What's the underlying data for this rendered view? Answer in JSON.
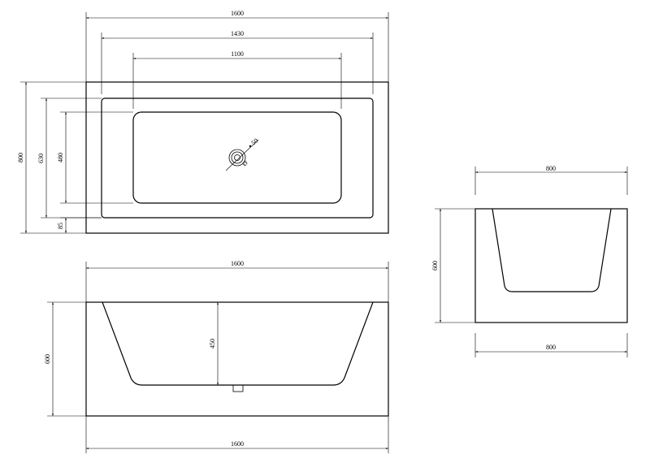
{
  "top_view": {
    "dim_1600": "1600",
    "dim_1430": "1430",
    "dim_1100": "1100",
    "dim_800": "800",
    "dim_630": "630",
    "dim_480": "480",
    "dim_85": "85",
    "drain_dim": "50",
    "drain_symbol": "Ø"
  },
  "front_view": {
    "dim_top_1600": "1600",
    "dim_bottom_1600": "1600",
    "dim_600": "600",
    "dim_450": "450"
  },
  "side_view": {
    "dim_top_800": "800",
    "dim_bottom_800": "800",
    "dim_600": "600"
  }
}
